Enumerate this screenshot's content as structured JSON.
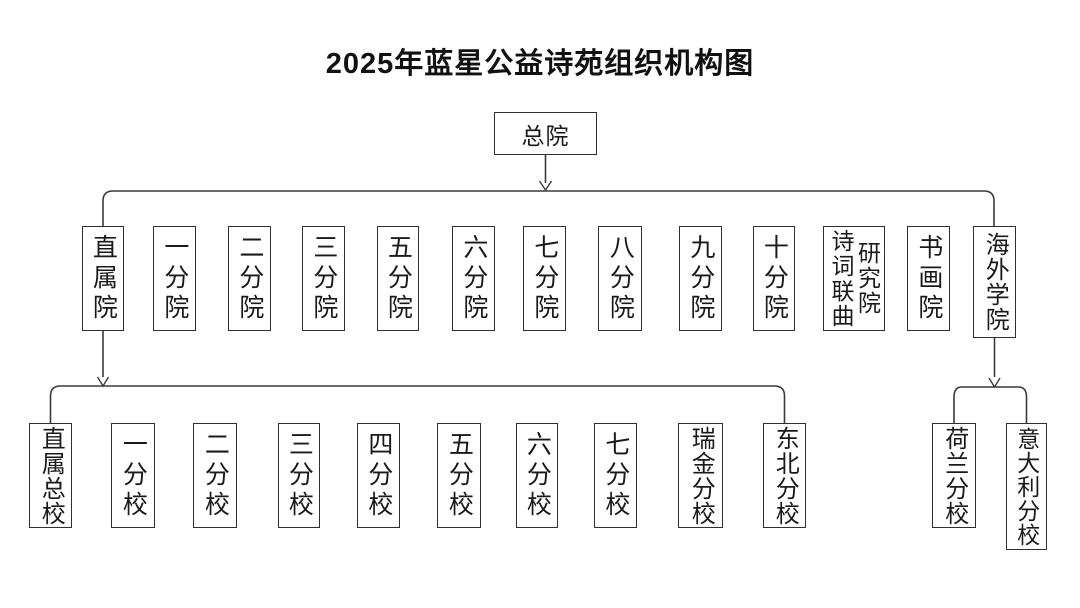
{
  "title": "2025年蓝星公益诗苑组织机构图",
  "root": {
    "label": "总院"
  },
  "institutes": [
    {
      "label": "直属院"
    },
    {
      "label": "一分院"
    },
    {
      "label": "二分院"
    },
    {
      "label": "三分院"
    },
    {
      "label": "五分院"
    },
    {
      "label": "六分院"
    },
    {
      "label": "七分院"
    },
    {
      "label": "八分院"
    },
    {
      "label": "九分院"
    },
    {
      "label": "十分院"
    },
    {
      "label": "诗词联曲研究院",
      "lines": [
        "诗词联曲",
        "研究院"
      ]
    },
    {
      "label": "书画院"
    },
    {
      "label": "海外学院"
    }
  ],
  "direct_schools": [
    {
      "label": "直属总校"
    },
    {
      "label": "一分校"
    },
    {
      "label": "二分校"
    },
    {
      "label": "三分校"
    },
    {
      "label": "四分校"
    },
    {
      "label": "五分校"
    },
    {
      "label": "六分校"
    },
    {
      "label": "七分校"
    },
    {
      "label": "瑞金分校"
    },
    {
      "label": "东北分校"
    }
  ],
  "overseas_schools": [
    {
      "label": "荷兰分校"
    },
    {
      "label": "意大利分校"
    }
  ],
  "colors": {
    "line": "#3a3a3a",
    "border": "#2f2f2f",
    "text": "#1a1a1a",
    "background": "#ffffff"
  }
}
